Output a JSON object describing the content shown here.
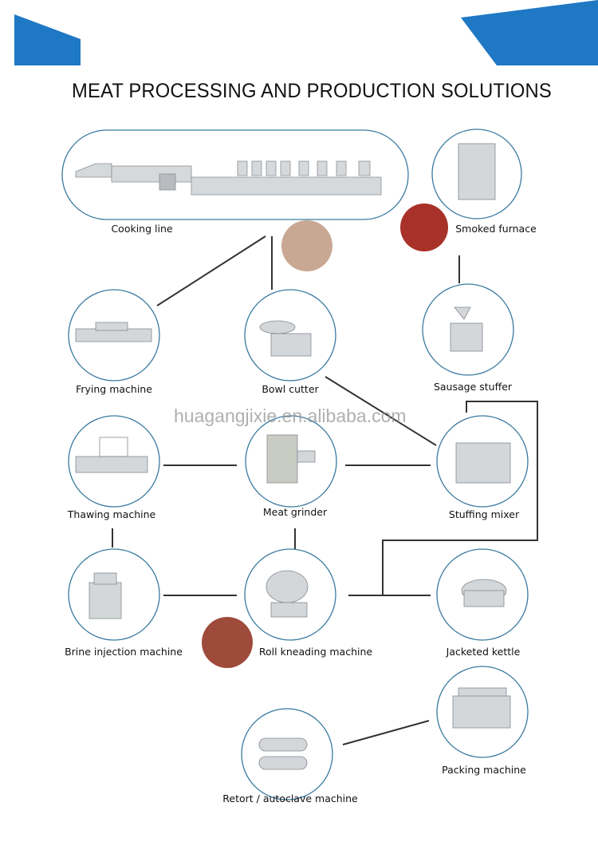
{
  "title": "MEAT PROCESSING AND PRODUCTION SOLUTIONS",
  "watermark": "huagangjixie.en.alibaba.com",
  "colors": {
    "accent_blue": "#1f78c4",
    "circle_border": "#3a7aa0",
    "connector": "#333333"
  },
  "machines": [
    {
      "id": "cooking-line",
      "label": "Cooking line"
    },
    {
      "id": "smoked-furnace",
      "label": "Smoked furnace"
    },
    {
      "id": "frying-machine",
      "label": "Frying machine"
    },
    {
      "id": "bowl-cutter",
      "label": "Bowl cutter"
    },
    {
      "id": "sausage-stuffer",
      "label": "Sausage stuffer"
    },
    {
      "id": "thawing-machine",
      "label": "Thawing machine"
    },
    {
      "id": "meat-grinder",
      "label": "Meat grinder"
    },
    {
      "id": "stuffing-mixer",
      "label": "Stuffing mixer"
    },
    {
      "id": "brine-injection-machine",
      "label": "Brine injection machine"
    },
    {
      "id": "roll-kneading-machine",
      "label": "Roll kneading machine"
    },
    {
      "id": "jacketed-kettle",
      "label": "Jacketed kettle"
    },
    {
      "id": "packing-machine",
      "label": "Packing machine"
    },
    {
      "id": "retort-autoclave-machine",
      "label": "Retort / autoclave machine"
    }
  ]
}
